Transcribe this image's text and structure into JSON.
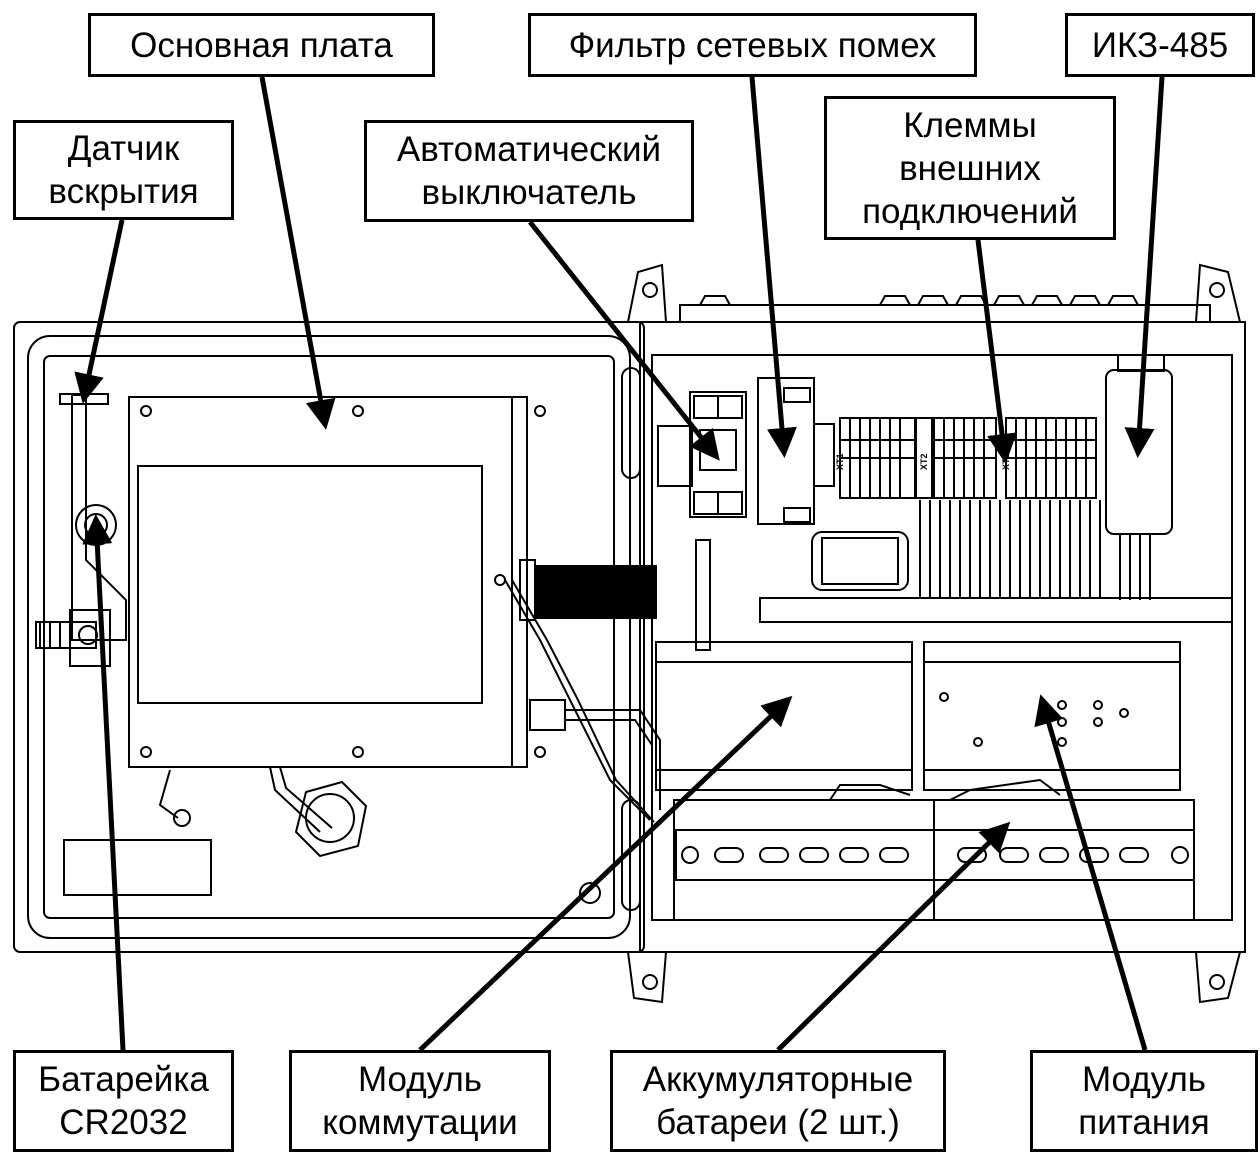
{
  "colors": {
    "line": "#000000",
    "paper": "#ffffff",
    "detail": "#1a1a1a"
  },
  "labels": {
    "main_board": "Основная плата",
    "noise_filter": "Фильтр сетевых помех",
    "ikz485": "ИКЗ-485",
    "tamper_sensor": [
      "Датчик",
      "вскрытия"
    ],
    "circuit_breaker": [
      "Автоматический",
      "выключатель"
    ],
    "terminals": [
      "Клеммы",
      "внешних",
      "подключений"
    ],
    "battery_cr2032": [
      "Батарейка",
      "CR2032"
    ],
    "switching_module": [
      "Модуль",
      "коммутации"
    ],
    "accumulators": [
      "Аккумуляторные",
      "батареи (2 шт.)"
    ],
    "power_module": [
      "Модуль",
      "питания"
    ]
  },
  "terminal_markings": [
    "XT1",
    "XT2",
    "XT3"
  ]
}
